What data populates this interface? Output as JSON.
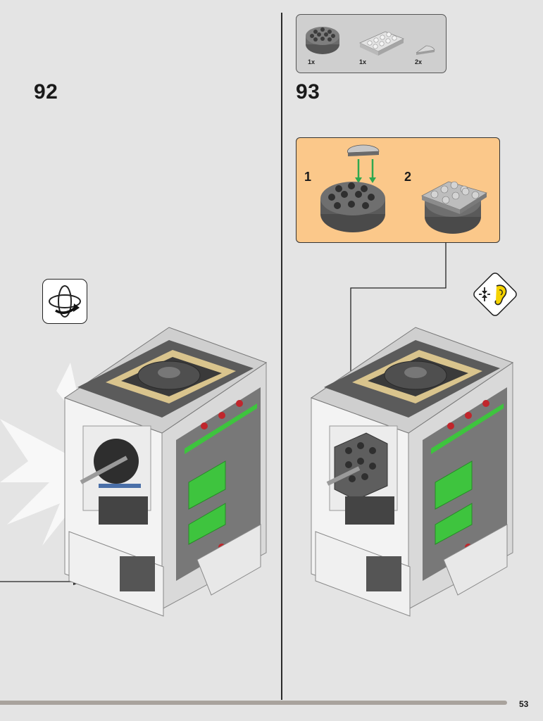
{
  "steps": {
    "left": {
      "number": "92"
    },
    "right": {
      "number": "93"
    }
  },
  "parts_list": {
    "items": [
      {
        "quantity": "1x",
        "part": "round-plate-dark-gray-icon"
      },
      {
        "quantity": "1x",
        "part": "plate-2x4-light-gray-icon"
      },
      {
        "quantity": "2x",
        "part": "half-round-tile-light-gray-icon"
      }
    ]
  },
  "sub_assembly": {
    "background": "#fbc88a",
    "steps": [
      {
        "number": "1"
      },
      {
        "number": "2"
      }
    ]
  },
  "icons": {
    "rotate": "rotate-model-icon",
    "sound": "click-sound-ear-icon"
  },
  "footer": {
    "page_number": "53"
  },
  "colors": {
    "page_bg": "#e4e4e4",
    "accent_green": "#3ec43e",
    "technic_red": "#c0262c",
    "tan": "#d9c48d",
    "ear_yellow": "#f5d300"
  }
}
